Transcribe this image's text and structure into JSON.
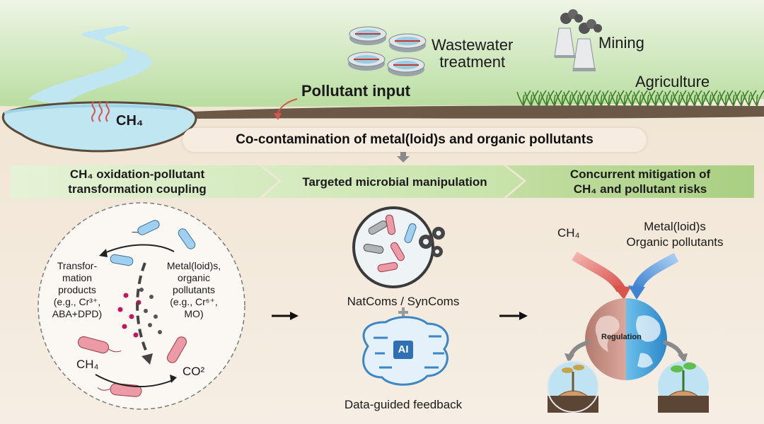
{
  "sources": {
    "wastewater": "Wastewater\ntreatment",
    "mining": "Mining",
    "agriculture": "Agriculture",
    "pollutant_input": "Pollutant input",
    "river_gas": "CH₄"
  },
  "central_banner": "Co-contamination of metal(loid)s and organic pollutants",
  "bands": [
    {
      "label": "CH₄ oxidation-pollutant\ntransformation coupling"
    },
    {
      "label": "Targeted microbial manipulation"
    },
    {
      "label": "Concurrent mitigation of\nCH₄ and pollutant risks"
    }
  ],
  "left_panel": {
    "transformation": "Transfor-\nmation\nproducts\n(e.g., Cr³⁺,\nABA+DPD)",
    "pollutants": "Metal(loid)s,\norganic\npollutants\n(e.g., Cr⁶⁺,\nMO)",
    "ch4": "CH₄",
    "co2": "CO²"
  },
  "middle_panel": {
    "communities": "NatComs  / SynComs",
    "ai_chip": "AI",
    "feedback": "Data-guided feedback"
  },
  "right_panel": {
    "ch4": "CH₄",
    "pollutants": "Metal(loid)s\nOrganic pollutants",
    "globe_label": "Regulation"
  },
  "colors": {
    "sky_green": "#b9dda0",
    "soil": "#f3e9dc",
    "river": "#bfe6f1",
    "band_green": "#c9e4ac",
    "arrow_red": "#d9534f",
    "arrow_blue": "#4a8fd6"
  }
}
